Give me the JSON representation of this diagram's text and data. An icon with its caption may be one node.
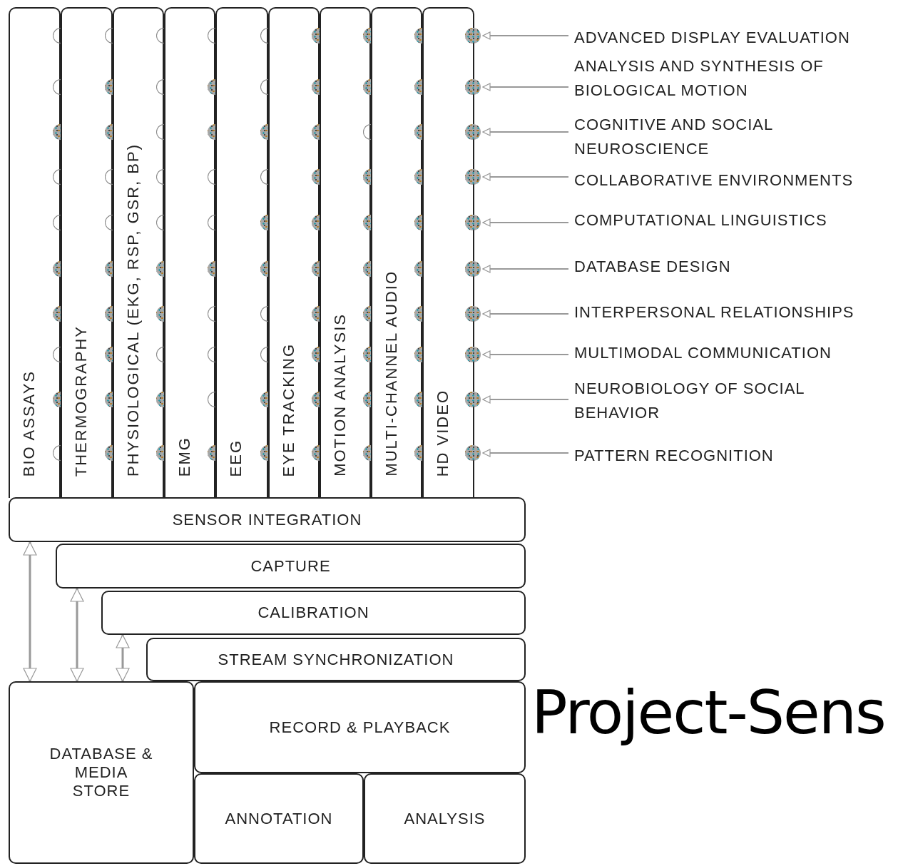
{
  "diagram": {
    "nodes": [
      {
        "text": [
          "BIO ASSAYS"
        ]
      },
      {
        "text": [
          "THERMOGRAPHY"
        ]
      },
      {
        "text": [
          "PHYSIOLOGICAL (EKG, RSP, GSR, BP)"
        ]
      },
      {
        "text": [
          "EMG"
        ]
      },
      {
        "text": [
          "EEG"
        ]
      },
      {
        "text": [
          "EYE TRACKING"
        ]
      },
      {
        "text": [
          "MOTION ANALYSIS"
        ]
      },
      {
        "text": [
          "MULTI-CHANNEL AUDIO"
        ]
      },
      {
        "text": [
          "HD VIDEO"
        ]
      },
      {
        "text": [
          "SENSOR INTEGRATION"
        ]
      },
      {
        "text": [
          "CAPTURE"
        ]
      },
      {
        "text": [
          "CALIBRATION"
        ]
      },
      {
        "text": [
          "STREAM SYNCHRONIZATION"
        ]
      },
      {
        "text": [
          "DATABASE & MEDIA STORE"
        ]
      },
      {
        "text": [
          "RECORD & PLAYBACK"
        ]
      },
      {
        "text": [
          "ANNOTATION"
        ]
      },
      {
        "text": [
          "ANALYSIS"
        ]
      },
      {
        "text": [
          "ADVANCED DISPLAY EVALUATION"
        ]
      },
      {
        "text": [
          "ANALYSIS AND SYNTHESIS OF BIOLOGICAL MOTION"
        ]
      },
      {
        "text": [
          "COGNITIVE AND SOCIAL NEUROSCIENCE"
        ]
      },
      {
        "text": [
          "COLLABORATIVE ENVIRONMENTS"
        ]
      },
      {
        "text": [
          "COMPUTATIONAL LINGUISTICS"
        ]
      },
      {
        "text": [
          "DATABASE DESIGN"
        ]
      },
      {
        "text": [
          "INTERPERSONAL RELATIONSHIPS"
        ]
      },
      {
        "text": [
          "MULTIMODAL COMMUNICATION"
        ]
      },
      {
        "text": [
          "NEUROBIOLOGY OF SOCIAL BEHAVIOR"
        ]
      },
      {
        "text": [
          "PATTERN RECOGNITION"
        ]
      },
      {
        "text": [],
        "shape": "semicircle",
        "in": 0
      },
      {
        "text": [],
        "shape": "semicircle",
        "in": 1
      },
      {
        "text": [],
        "shape": "semicircle",
        "in": 2
      },
      {
        "text": [],
        "shape": "semicircle",
        "in": 3
      },
      {
        "text": [],
        "shape": "semicircle",
        "in": 4
      },
      {
        "text": [],
        "shape": "circle",
        "in": 5
      },
      {
        "text": [],
        "shape": "circle",
        "in": 6
      },
      {
        "text": [],
        "shape": "circle",
        "in": 7
      },
      {
        "text": [],
        "shape": "circle",
        "in": 8
      },
      {
        "text": [],
        "shape": "semicircle",
        "in": 0
      },
      {
        "text": [],
        "shape": "circle",
        "in": 1
      },
      {
        "text": [],
        "shape": "semicircle",
        "in": 2
      },
      {
        "text": [],
        "shape": "circle",
        "in": 3
      },
      {
        "text": [],
        "shape": "semicircle",
        "in": 4
      },
      {
        "text": [],
        "shape": "circle",
        "in": 5
      },
      {
        "text": [],
        "shape": "circle",
        "in": 6
      },
      {
        "text": [],
        "shape": "circle",
        "in": 7
      },
      {
        "text": [],
        "shape": "circle",
        "in": 8
      },
      {
        "text": [],
        "shape": "circle",
        "in": 0
      },
      {
        "text": [],
        "shape": "circle",
        "in": 1
      },
      {
        "text": [],
        "shape": "semicircle",
        "in": 2
      },
      {
        "text": [],
        "shape": "circle",
        "in": 3
      },
      {
        "text": [],
        "shape": "circle",
        "in": 4
      },
      {
        "text": [],
        "shape": "circle",
        "in": 5
      },
      {
        "text": [],
        "shape": "semicircle",
        "in": 6
      },
      {
        "text": [],
        "shape": "circle",
        "in": 7
      },
      {
        "text": [],
        "shape": "circle",
        "in": 8
      },
      {
        "text": [],
        "shape": "semicircle",
        "in": 0
      },
      {
        "text": [],
        "shape": "semicircle",
        "in": 1
      },
      {
        "text": [],
        "shape": "semicircle",
        "in": 2
      },
      {
        "text": [],
        "shape": "semicircle",
        "in": 3
      },
      {
        "text": [],
        "shape": "semicircle",
        "in": 4
      },
      {
        "text": [],
        "shape": "circle",
        "in": 5
      },
      {
        "text": [],
        "shape": "circle",
        "in": 6
      },
      {
        "text": [],
        "shape": "circle",
        "in": 7
      },
      {
        "text": [],
        "shape": "circle",
        "in": 8
      },
      {
        "text": [],
        "shape": "semicircle",
        "in": 0
      },
      {
        "text": [],
        "shape": "semicircle",
        "in": 1
      },
      {
        "text": [],
        "shape": "semicircle",
        "in": 2
      },
      {
        "text": [],
        "shape": "semicircle",
        "in": 3
      },
      {
        "text": [],
        "shape": "circle",
        "in": 4
      },
      {
        "text": [],
        "shape": "circle",
        "in": 5
      },
      {
        "text": [],
        "shape": "circle",
        "in": 6
      },
      {
        "text": [],
        "shape": "circle",
        "in": 7
      },
      {
        "text": [],
        "shape": "circle",
        "in": 8
      },
      {
        "text": [],
        "shape": "circle",
        "in": 0
      },
      {
        "text": [],
        "shape": "circle",
        "in": 1
      },
      {
        "text": [],
        "shape": "circle",
        "in": 2
      },
      {
        "text": [],
        "shape": "circle",
        "in": 3
      },
      {
        "text": [],
        "shape": "circle",
        "in": 4
      },
      {
        "text": [],
        "shape": "circle",
        "in": 5
      },
      {
        "text": [],
        "shape": "circle",
        "in": 6
      },
      {
        "text": [],
        "shape": "circle",
        "in": 7
      },
      {
        "text": [],
        "shape": "circle",
        "in": 8
      },
      {
        "text": [],
        "shape": "circle",
        "in": 0
      },
      {
        "text": [],
        "shape": "circle",
        "in": 1
      },
      {
        "text": [],
        "shape": "circle",
        "in": 2
      },
      {
        "text": [],
        "shape": "semicircle",
        "in": 3
      },
      {
        "text": [],
        "shape": "semicircle",
        "in": 4
      },
      {
        "text": [],
        "shape": "circle",
        "in": 5
      },
      {
        "text": [],
        "shape": "circle",
        "in": 6
      },
      {
        "text": [],
        "shape": "circle",
        "in": 7
      },
      {
        "text": [],
        "shape": "circle",
        "in": 8
      },
      {
        "text": [],
        "shape": "semicircle",
        "in": 0
      },
      {
        "text": [],
        "shape": "circle",
        "in": 1
      },
      {
        "text": [],
        "shape": "semicircle",
        "in": 2
      },
      {
        "text": [],
        "shape": "semicircle",
        "in": 3
      },
      {
        "text": [],
        "shape": "semicircle",
        "in": 4
      },
      {
        "text": [],
        "shape": "circle",
        "in": 5
      },
      {
        "text": [],
        "shape": "circle",
        "in": 6
      },
      {
        "text": [],
        "shape": "circle",
        "in": 7
      },
      {
        "text": [],
        "shape": "circle",
        "in": 8
      },
      {
        "text": [],
        "shape": "circle",
        "in": 0
      },
      {
        "text": [],
        "shape": "circle",
        "in": 1
      },
      {
        "text": [],
        "shape": "circle",
        "in": 2
      },
      {
        "text": [],
        "shape": "semicircle",
        "in": 3
      },
      {
        "text": [],
        "shape": "circle",
        "in": 4
      },
      {
        "text": [],
        "shape": "circle",
        "in": 5
      },
      {
        "text": [],
        "shape": "circle",
        "in": 6
      },
      {
        "text": [],
        "shape": "circle",
        "in": 7
      },
      {
        "text": [],
        "shape": "circle",
        "in": 8
      },
      {
        "text": [],
        "shape": "semicircle",
        "in": 0
      },
      {
        "text": [],
        "shape": "circle",
        "in": 1
      },
      {
        "text": [],
        "shape": "circle",
        "in": 2
      },
      {
        "text": [],
        "shape": "circle",
        "in": 3
      },
      {
        "text": [],
        "shape": "circle",
        "in": 4
      },
      {
        "text": [],
        "shape": "circle",
        "in": 5
      },
      {
        "text": [],
        "shape": "circle",
        "in": 6
      },
      {
        "text": [],
        "shape": "circle",
        "in": 7
      },
      {
        "text": [],
        "shape": "circle",
        "in": 8
      }
    ],
    "edges": [
      {
        "from": 17,
        "to": 35,
        "arrow": "to"
      },
      {
        "from": 18,
        "to": 44,
        "arrow": "to"
      },
      {
        "from": 19,
        "to": 53,
        "arrow": "to"
      },
      {
        "from": 20,
        "to": 62,
        "arrow": "to"
      },
      {
        "from": 21,
        "to": 71,
        "arrow": "to"
      },
      {
        "from": 22,
        "to": 80,
        "arrow": "to"
      },
      {
        "from": 23,
        "to": 89,
        "arrow": "to"
      },
      {
        "from": 24,
        "to": 98,
        "arrow": "to"
      },
      {
        "from": 25,
        "to": 107,
        "arrow": "to"
      },
      {
        "from": 26,
        "to": 116,
        "arrow": "to"
      },
      {
        "from": 9,
        "to": 13,
        "arrow": "both"
      },
      {
        "from": 10,
        "to": 13,
        "arrow": "both"
      },
      {
        "from": 11,
        "to": 13,
        "arrow": "both"
      }
    ],
    "labels": [
      "Project-Sens"
    ]
  }
}
